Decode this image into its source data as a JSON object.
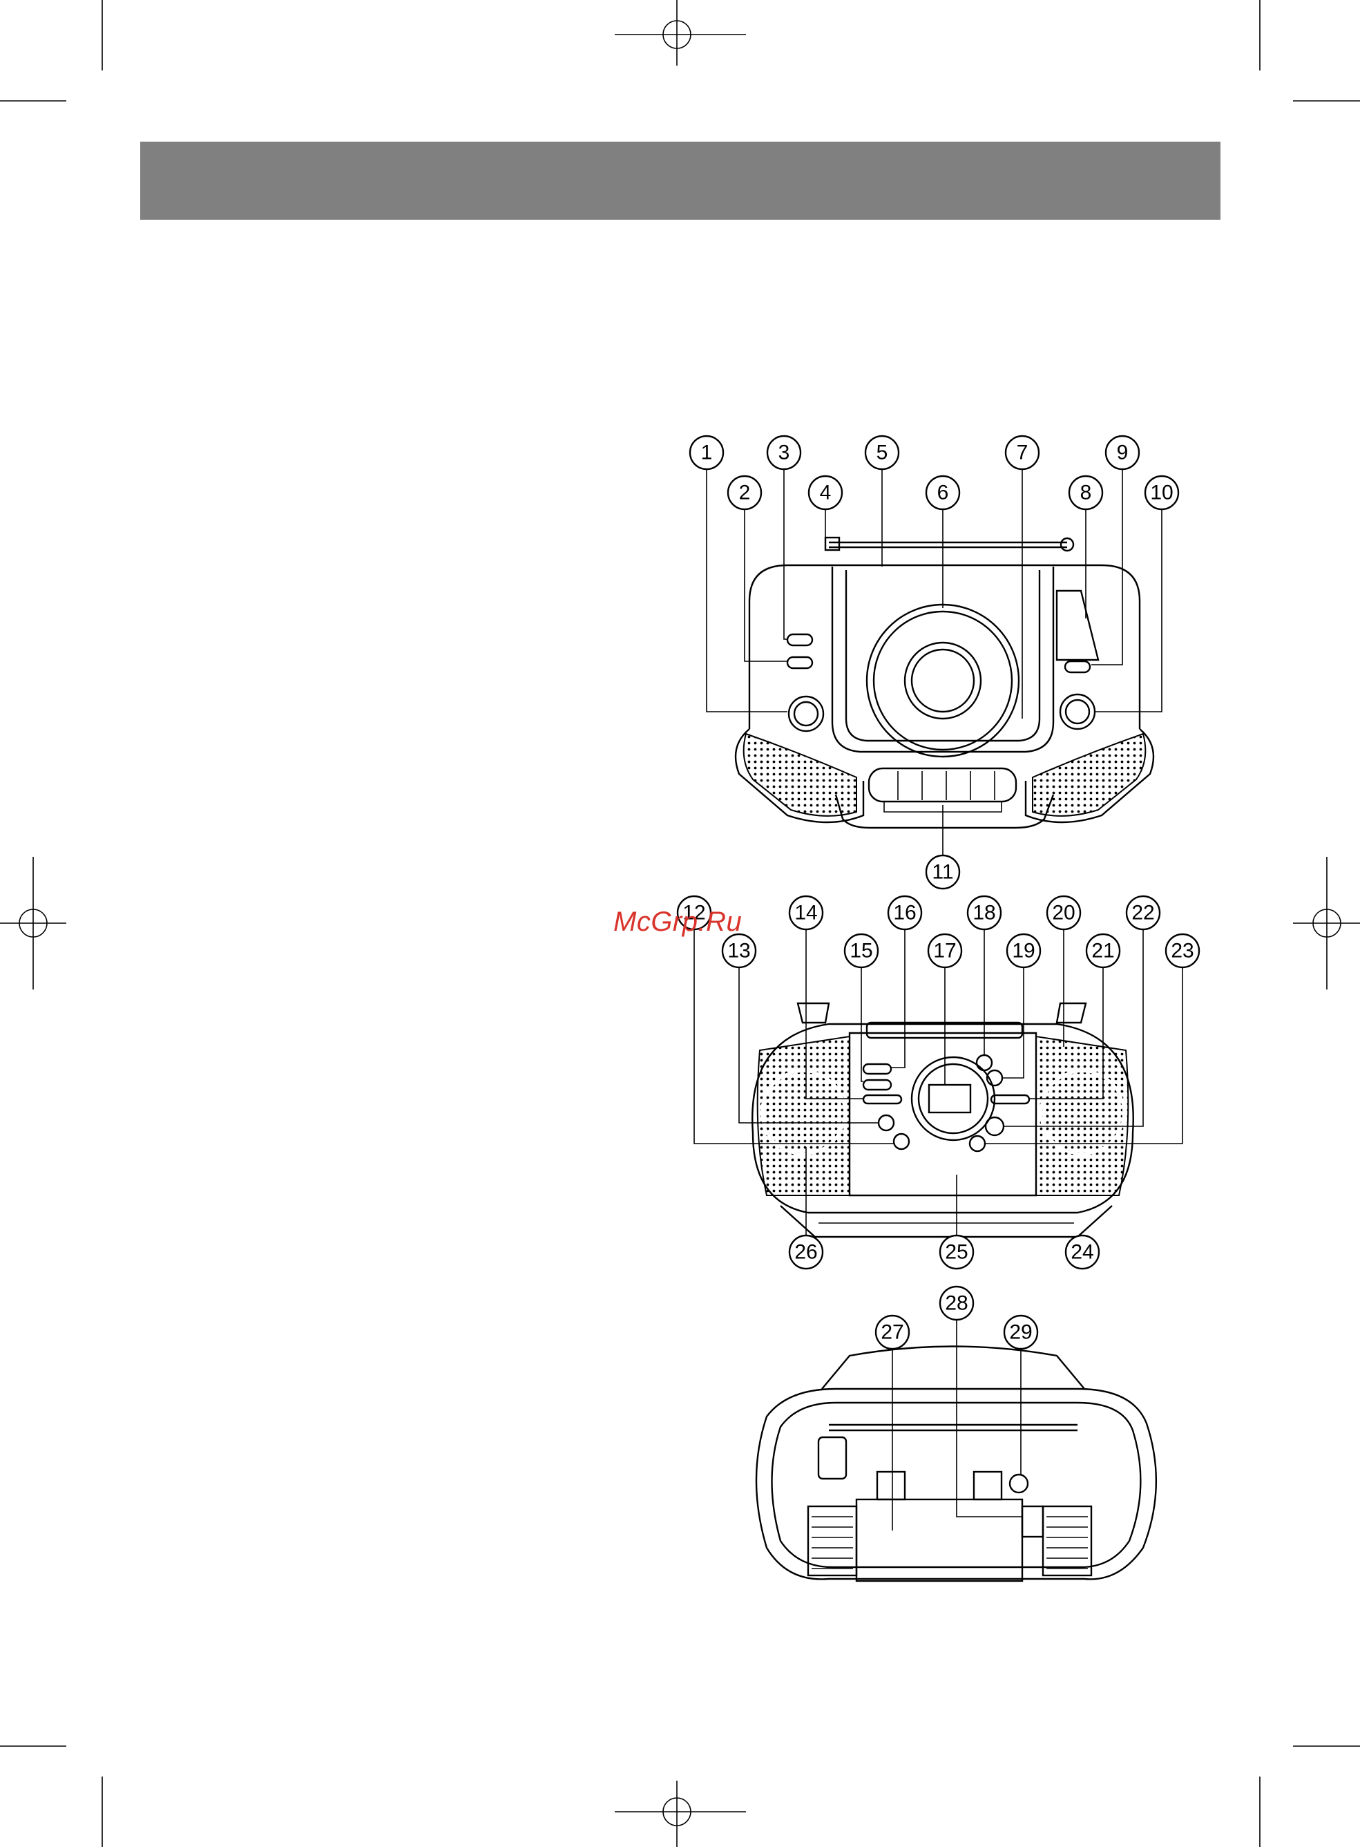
{
  "watermark": "McGrp.Ru",
  "colors": {
    "header_bar": "#808080",
    "watermark": "#d9342b",
    "line": "#000000"
  },
  "callouts": [
    "1",
    "2",
    "3",
    "4",
    "5",
    "6",
    "7",
    "8",
    "9",
    "10",
    "11",
    "12",
    "13",
    "14",
    "15",
    "16",
    "17",
    "18",
    "19",
    "20",
    "21",
    "22",
    "23",
    "24",
    "25",
    "26",
    "27",
    "28",
    "29"
  ],
  "icons": [
    "registration-mark-icon",
    "speaker-grille-icon",
    "cd-lid-icon"
  ]
}
